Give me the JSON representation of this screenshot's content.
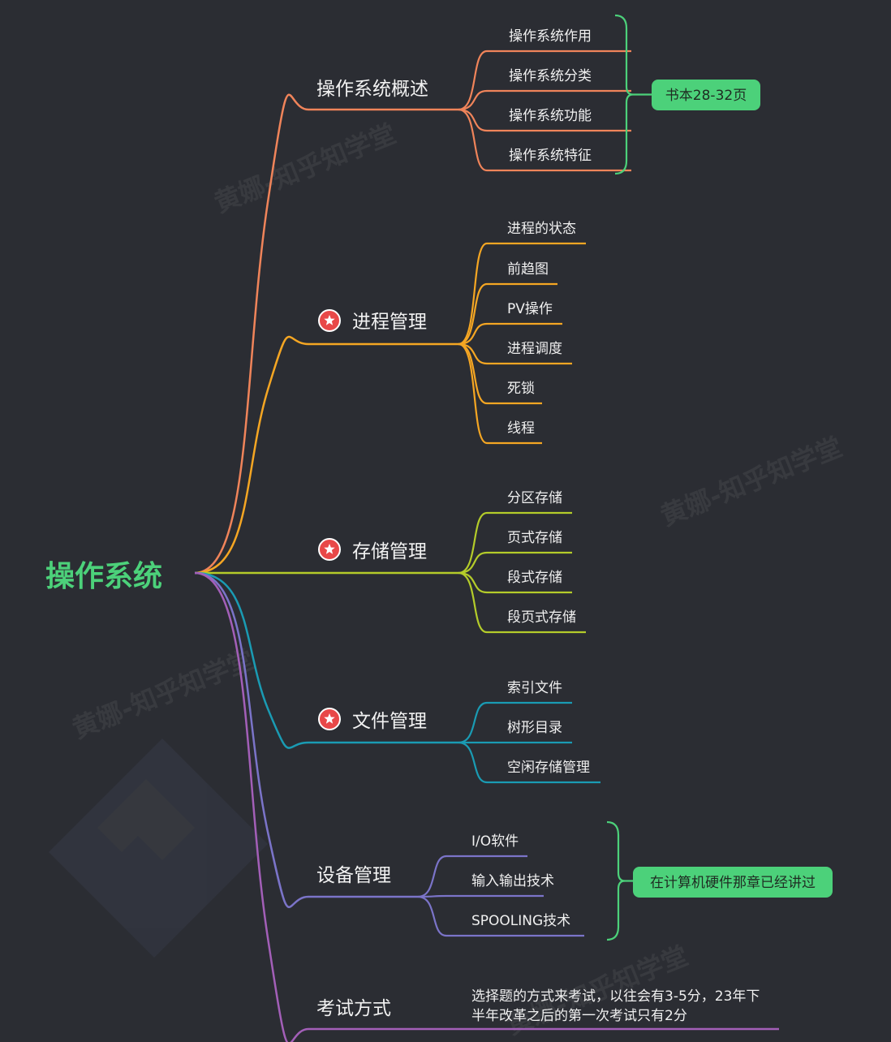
{
  "root": {
    "label": "操作系统"
  },
  "branches": [
    {
      "label": "操作系统概述",
      "color": "#f0845a",
      "starred": false,
      "children": [
        "操作系统作用",
        "操作系统分类",
        "操作系统功能",
        "操作系统特征"
      ],
      "note": "书本28-32页"
    },
    {
      "label": "进程管理",
      "color": "#f5a623",
      "starred": true,
      "children": [
        "进程的状态",
        "前趋图",
        "PV操作",
        "进程调度",
        "死锁",
        "线程"
      ]
    },
    {
      "label": "存储管理",
      "color": "#b4cc2a",
      "starred": true,
      "children": [
        "分区存储",
        "页式存储",
        "段式存储",
        "段页式存储"
      ]
    },
    {
      "label": "文件管理",
      "color": "#1a9bb3",
      "starred": true,
      "children": [
        "索引文件",
        "树形目录",
        "空闲存储管理"
      ]
    },
    {
      "label": "设备管理",
      "color": "#7b74c9",
      "starred": false,
      "children": [
        "I/O软件",
        "输入输出技术",
        "SPOOLING技术"
      ],
      "note": "在计算机硬件那章已经讲过"
    },
    {
      "label": "考试方式",
      "color": "#a35fb8",
      "starred": false,
      "children": [],
      "text": [
        "选择题的方式来考试，以往会有3-5分，23年下",
        "半年改革之后的第一次考试只有2分"
      ]
    }
  ],
  "watermark": "黄娜-知乎知学堂",
  "colors": {
    "background": "#2b2d33",
    "root": "#4cd17a",
    "note_fill": "#4cd17a",
    "note_bracket": "#4cd17a",
    "star_badge": "#e84848"
  },
  "icons": {
    "priority": "star-badge-icon",
    "watermark_logo": "zhixuetang-logo-icon"
  }
}
